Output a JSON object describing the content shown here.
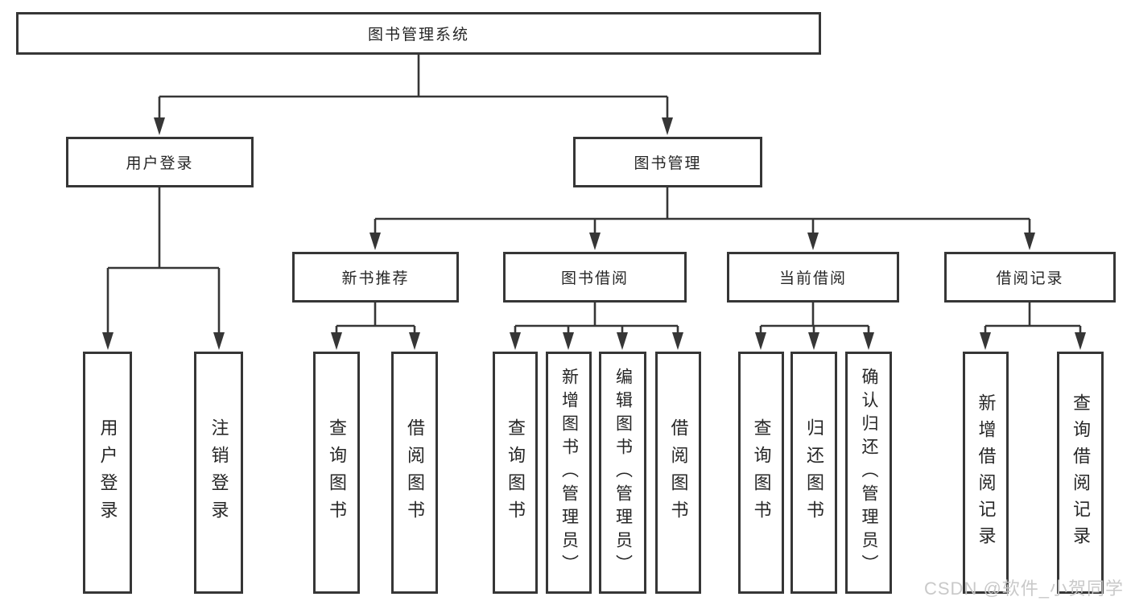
{
  "diagram": {
    "root": "图书管理系统",
    "branches": [
      {
        "label": "用户登录",
        "children": [
          "用户登录",
          "注销登录"
        ]
      },
      {
        "label": "图书管理",
        "groups": [
          {
            "label": "新书推荐",
            "children": [
              "查询图书",
              "借阅图书"
            ]
          },
          {
            "label": "图书借阅",
            "children": [
              "查询图书",
              "新增图书（管理员）",
              "编辑图书（管理员）",
              "借阅图书"
            ]
          },
          {
            "label": "当前借阅",
            "children": [
              "查询图书",
              "归还图书",
              "确认归还（管理员）"
            ]
          },
          {
            "label": "借阅记录",
            "children": [
              "新增借阅记录",
              "查询借阅记录"
            ]
          }
        ]
      }
    ]
  },
  "colors": {
    "line": "#363636",
    "box_border": "#363636",
    "text": "#262626",
    "watermark": "#c6c6c6",
    "background": "#ffffff"
  },
  "watermark": {
    "text": "CSDN @软件_小贺同学"
  }
}
